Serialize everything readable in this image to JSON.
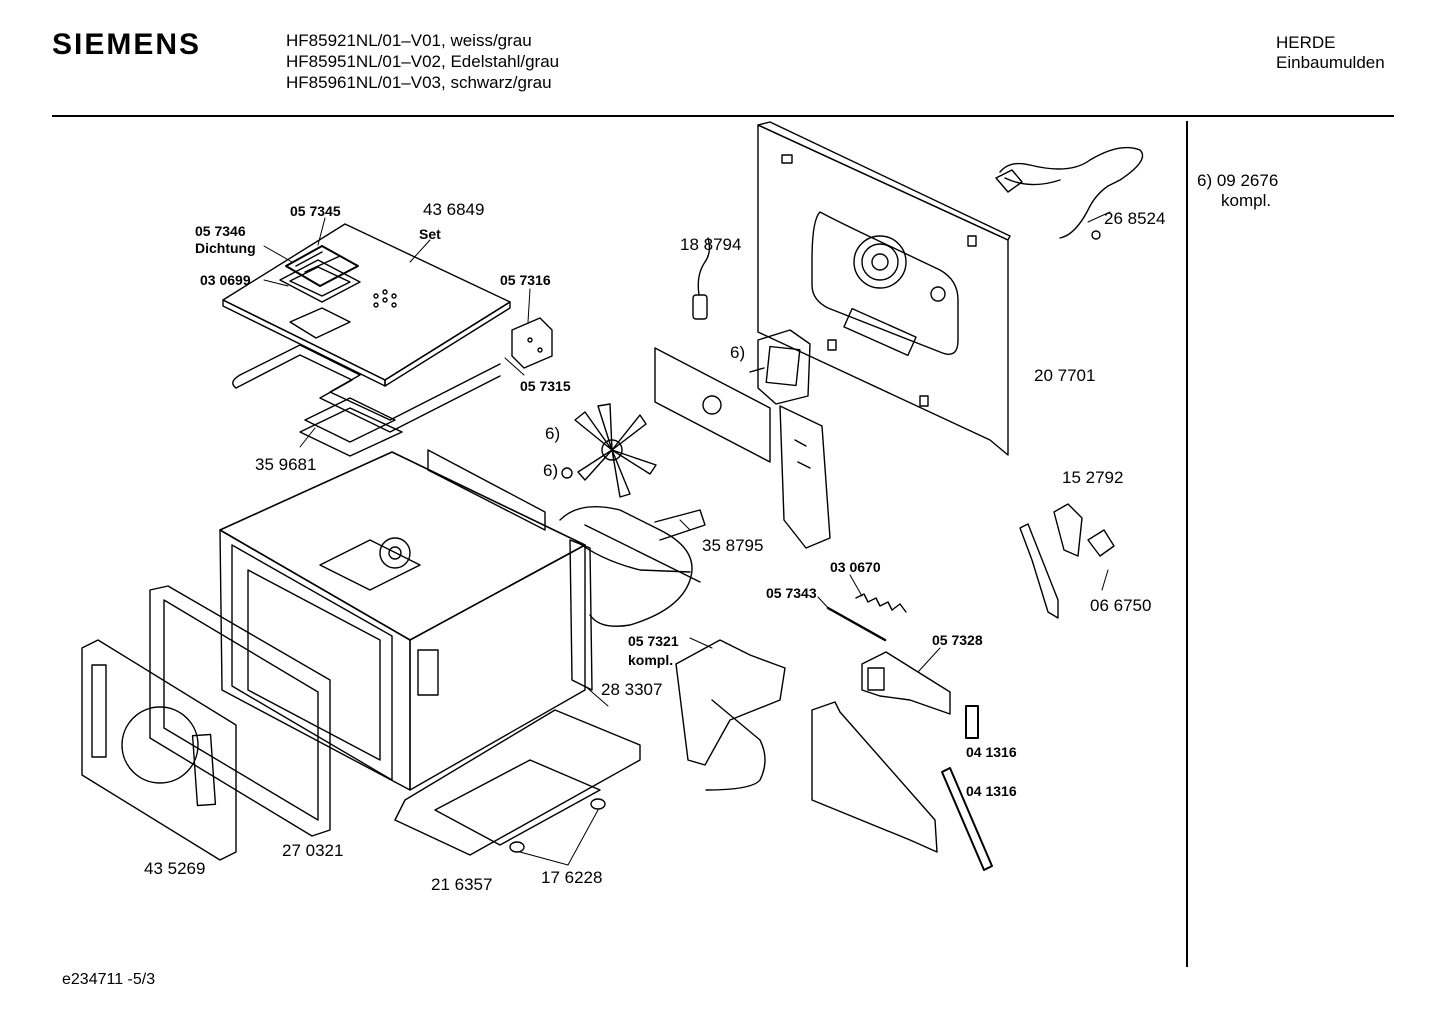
{
  "header": {
    "brand": "SIEMENS",
    "models": [
      "HF85921NL/01–V01, weiss/grau",
      "HF85951NL/01–V02, Edelstahl/grau",
      "HF85961NL/01–V03, schwarz/grau"
    ],
    "category_line1": "HERDE",
    "category_line2": "Einbaumulden"
  },
  "side_note": {
    "line1": "6)  09 2676",
    "line2": "kompl."
  },
  "footer": {
    "doc_id": "e234711  -5/3"
  },
  "labels": {
    "p057346": "05 7346",
    "dichtung": "Dichtung",
    "p057345": "05 7345",
    "p436849": "43 6849",
    "set": "Set",
    "p030699": "03 0699",
    "p057316": "05 7316",
    "p057315": "05 7315",
    "p359681": "35 9681",
    "p188794": "18  8794",
    "ref6_motor": "6)",
    "ref6_fan": "6)",
    "ref6_nut": "6)",
    "p268524": "26 8524",
    "p207701": "20 7701",
    "p152792": "15 2792",
    "p066750": "06 6750",
    "p358795": "35 8795",
    "p030670": "03 0670",
    "p057343": "05 7343",
    "p057321": "05 7321",
    "kompl": "kompl.",
    "p057328": "05 7328",
    "p283307": "28 3307",
    "p041316a": "04 1316",
    "p041316b": "04 1316",
    "p435269": "43 5269",
    "p270321": "27 0321",
    "p216357": "21 6357",
    "p176228": "17 6228"
  }
}
